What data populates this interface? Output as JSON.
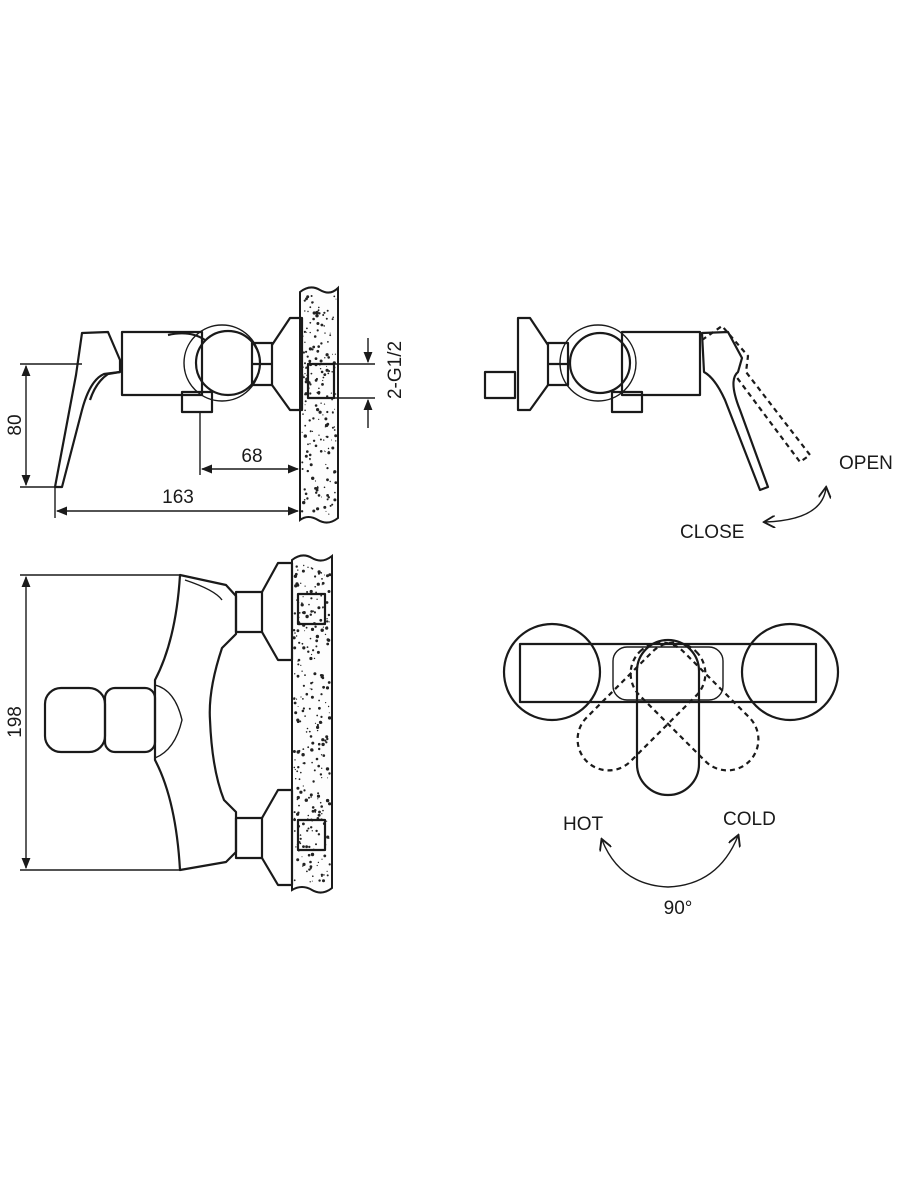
{
  "side_view": {
    "dim_height": "80",
    "dim_outlet_to_wall": "68",
    "dim_total_depth": "163",
    "dim_inlet_thread": "2-G1/2"
  },
  "operation_view": {
    "open_label": "OPEN",
    "close_label": "CLOSE"
  },
  "front_view": {
    "dim_height": "198"
  },
  "top_view": {
    "hot_label": "HOT",
    "cold_label": "COLD",
    "rotation_angle": "90°"
  }
}
